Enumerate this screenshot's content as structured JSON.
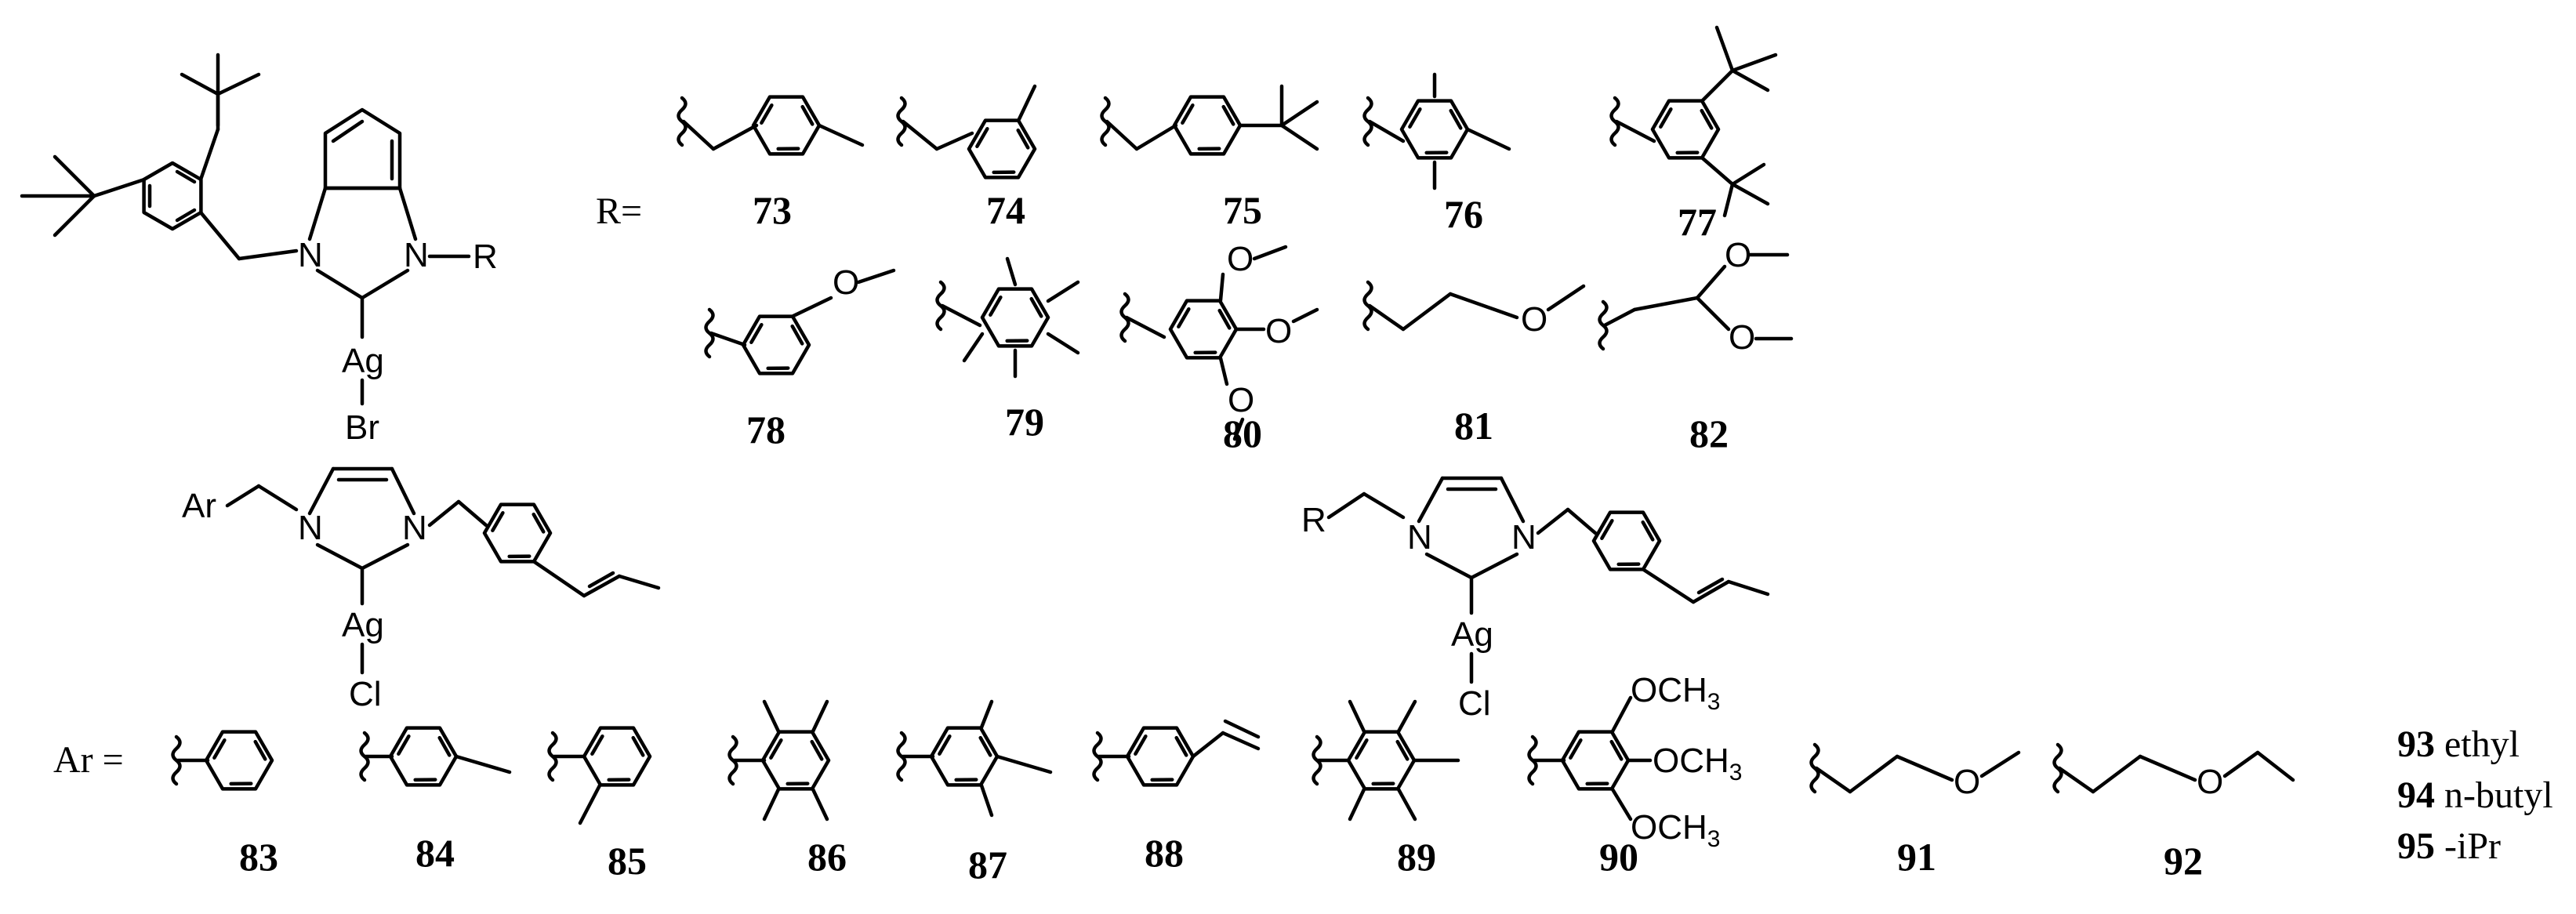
{
  "top_complex": {
    "atoms": {
      "N1": "N",
      "N2": "N",
      "R": "R",
      "Ag": "Ag",
      "Br": "Br"
    }
  },
  "r_definitions": {
    "prefix": "R=",
    "labels": [
      "73",
      "74",
      "75",
      "76",
      "77",
      "78",
      "79",
      "80",
      "81",
      "82"
    ]
  },
  "mid_left_complex": {
    "atoms": {
      "Ar": "Ar",
      "N1": "N",
      "N2": "N",
      "Ag": "Ag",
      "Cl": "Cl"
    }
  },
  "mid_right_complex": {
    "atoms": {
      "R": "R",
      "N1": "N",
      "N2": "N",
      "Ag": "Ag",
      "Cl": "Cl"
    }
  },
  "ar_definitions": {
    "prefix": "Ar =",
    "labels": [
      "83",
      "84",
      "85",
      "86",
      "87",
      "88",
      "89",
      "90",
      "91",
      "92"
    ],
    "methoxy": "OCH",
    "methoxy_sub": "3",
    "oxygen": "O"
  },
  "r_list": [
    {
      "num": "93",
      "name": "ethyl"
    },
    {
      "num": "94",
      "name": "n-butyl"
    },
    {
      "num": "95",
      "name": "-iPr"
    }
  ]
}
